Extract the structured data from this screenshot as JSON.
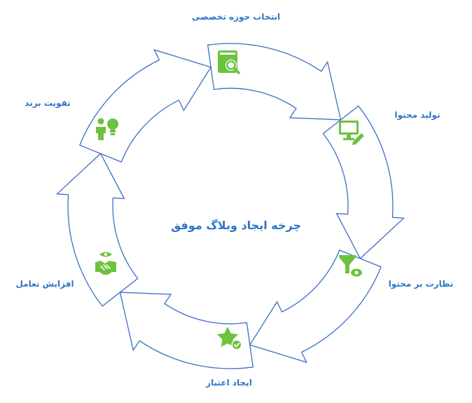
{
  "diagram": {
    "center_text": "چرخه ایجاد وبلاگ موفق",
    "colors": {
      "ring_stroke": "#3a6fc4",
      "label_text": "#2f74c8",
      "icon_green": "#6dc23f"
    },
    "steps": [
      {
        "label": "انتخاب حوزه تخصصی",
        "icon": "book-search-icon"
      },
      {
        "label": "تولید محتوا",
        "icon": "monitor-pencil-icon"
      },
      {
        "label": "نظارت بر محتوا",
        "icon": "filter-eye-icon"
      },
      {
        "label": "ایجاد اعتبار",
        "icon": "star-check-icon"
      },
      {
        "label": "افزایش تعامل",
        "icon": "handshake-eye-icon"
      },
      {
        "label": "تقویت برند",
        "icon": "person-bulb-icon"
      }
    ]
  }
}
